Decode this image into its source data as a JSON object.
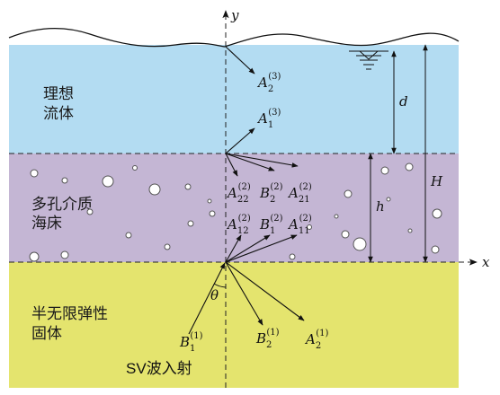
{
  "colors": {
    "fluid": "#b3dcf2",
    "seabed": "#c4b6d4",
    "solid": "#e4e46e",
    "bubble_stroke": "#555555"
  },
  "axes": {
    "x": "x",
    "y": "y"
  },
  "layers": {
    "fluid": [
      "理想",
      "流体"
    ],
    "seabed": [
      "多孔介质",
      "海床"
    ],
    "solid": [
      "半无限弹性",
      "固体"
    ]
  },
  "dimensions": {
    "d": "d",
    "h": "h",
    "H": "H"
  },
  "angle": "θ",
  "incident": {
    "sv_text": "SV",
    "sv_suffix": "波入射"
  },
  "waves": {
    "A2_3": {
      "base": "A",
      "sub": "2",
      "sup": "(3)"
    },
    "A1_3": {
      "base": "A",
      "sub": "1",
      "sup": "(3)"
    },
    "A22_2": {
      "base": "A",
      "sub": "22",
      "sup": "(2)"
    },
    "B2_2": {
      "base": "B",
      "sub": "2",
      "sup": "(2)"
    },
    "A21_2": {
      "base": "A",
      "sub": "21",
      "sup": "(2)"
    },
    "A12_2": {
      "base": "A",
      "sub": "12",
      "sup": "(2)"
    },
    "B1_2": {
      "base": "B",
      "sub": "1",
      "sup": "(2)"
    },
    "A11_2": {
      "base": "A",
      "sub": "11",
      "sup": "(2)"
    },
    "B1_1": {
      "base": "B",
      "sub": "1",
      "sup": "(1)"
    },
    "B2_1": {
      "base": "B",
      "sub": "2",
      "sup": "(1)"
    },
    "A2_1": {
      "base": "A",
      "sub": "2",
      "sup": "(1)"
    }
  }
}
